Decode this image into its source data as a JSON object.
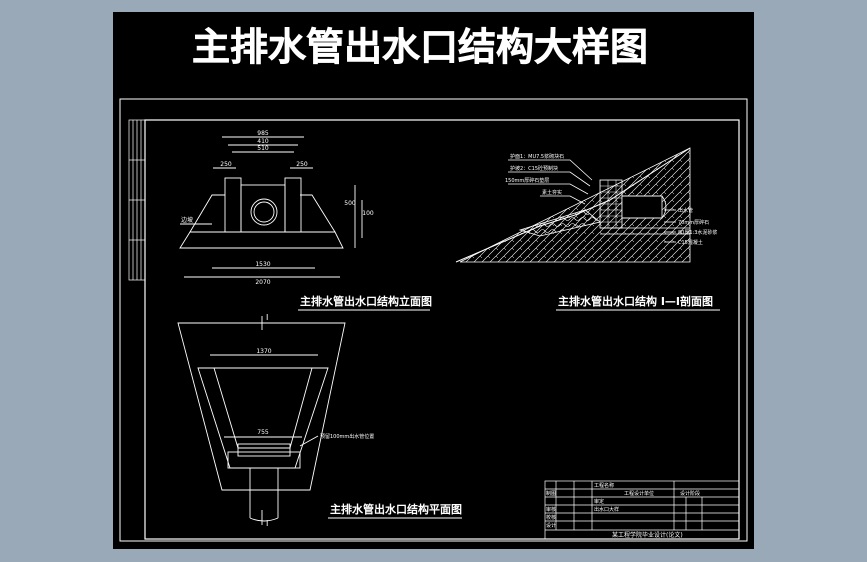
{
  "colors": {
    "background": "#9aa9b8",
    "sheet": "#000000",
    "lines": "#ffffff"
  },
  "sheet": {
    "main_title": "主排水管出水口结构大样图"
  },
  "views": {
    "front_title": "主排水管出水口结构立面图",
    "section_title": "主排水管出水口结构 Ⅰ—Ⅰ剖面图",
    "plan_title": "主排水管出水口结构平面图",
    "front_dims": {
      "top1": "985",
      "top2": "410",
      "top3": "510",
      "side_left": "250",
      "side_right": "250",
      "height1": "500",
      "height2": "100",
      "bottom1": "1530",
      "bottom2": "2070",
      "label_left": "边坡"
    },
    "section_notes": [
      "护面1：MU7.5浆砌块石",
      "护坡2：C15砼预制块",
      "150mm厚碎石垫层",
      "素土夯实"
    ],
    "section_right_notes": [
      "出水管",
      "70mm厚碎石",
      "80厚1:3水泥砂浆",
      "C15混凝土"
    ],
    "plan_dims": {
      "top": "1370",
      "mid": "755",
      "note": "预留100mm出水管位置",
      "section_mark": "Ⅰ"
    }
  },
  "title_block": {
    "row1_col1": "工程名称",
    "row1_col2": "工程设计单位",
    "row1_col3": "设计阶段",
    "row2_col1": "审定",
    "row2_col2": "出水口大样",
    "row3_col1": "审核",
    "row4_col1": "校核",
    "row5_col1": "设计",
    "row6_col1": "制图",
    "footer": "某工程学院毕业设计(论文)"
  }
}
